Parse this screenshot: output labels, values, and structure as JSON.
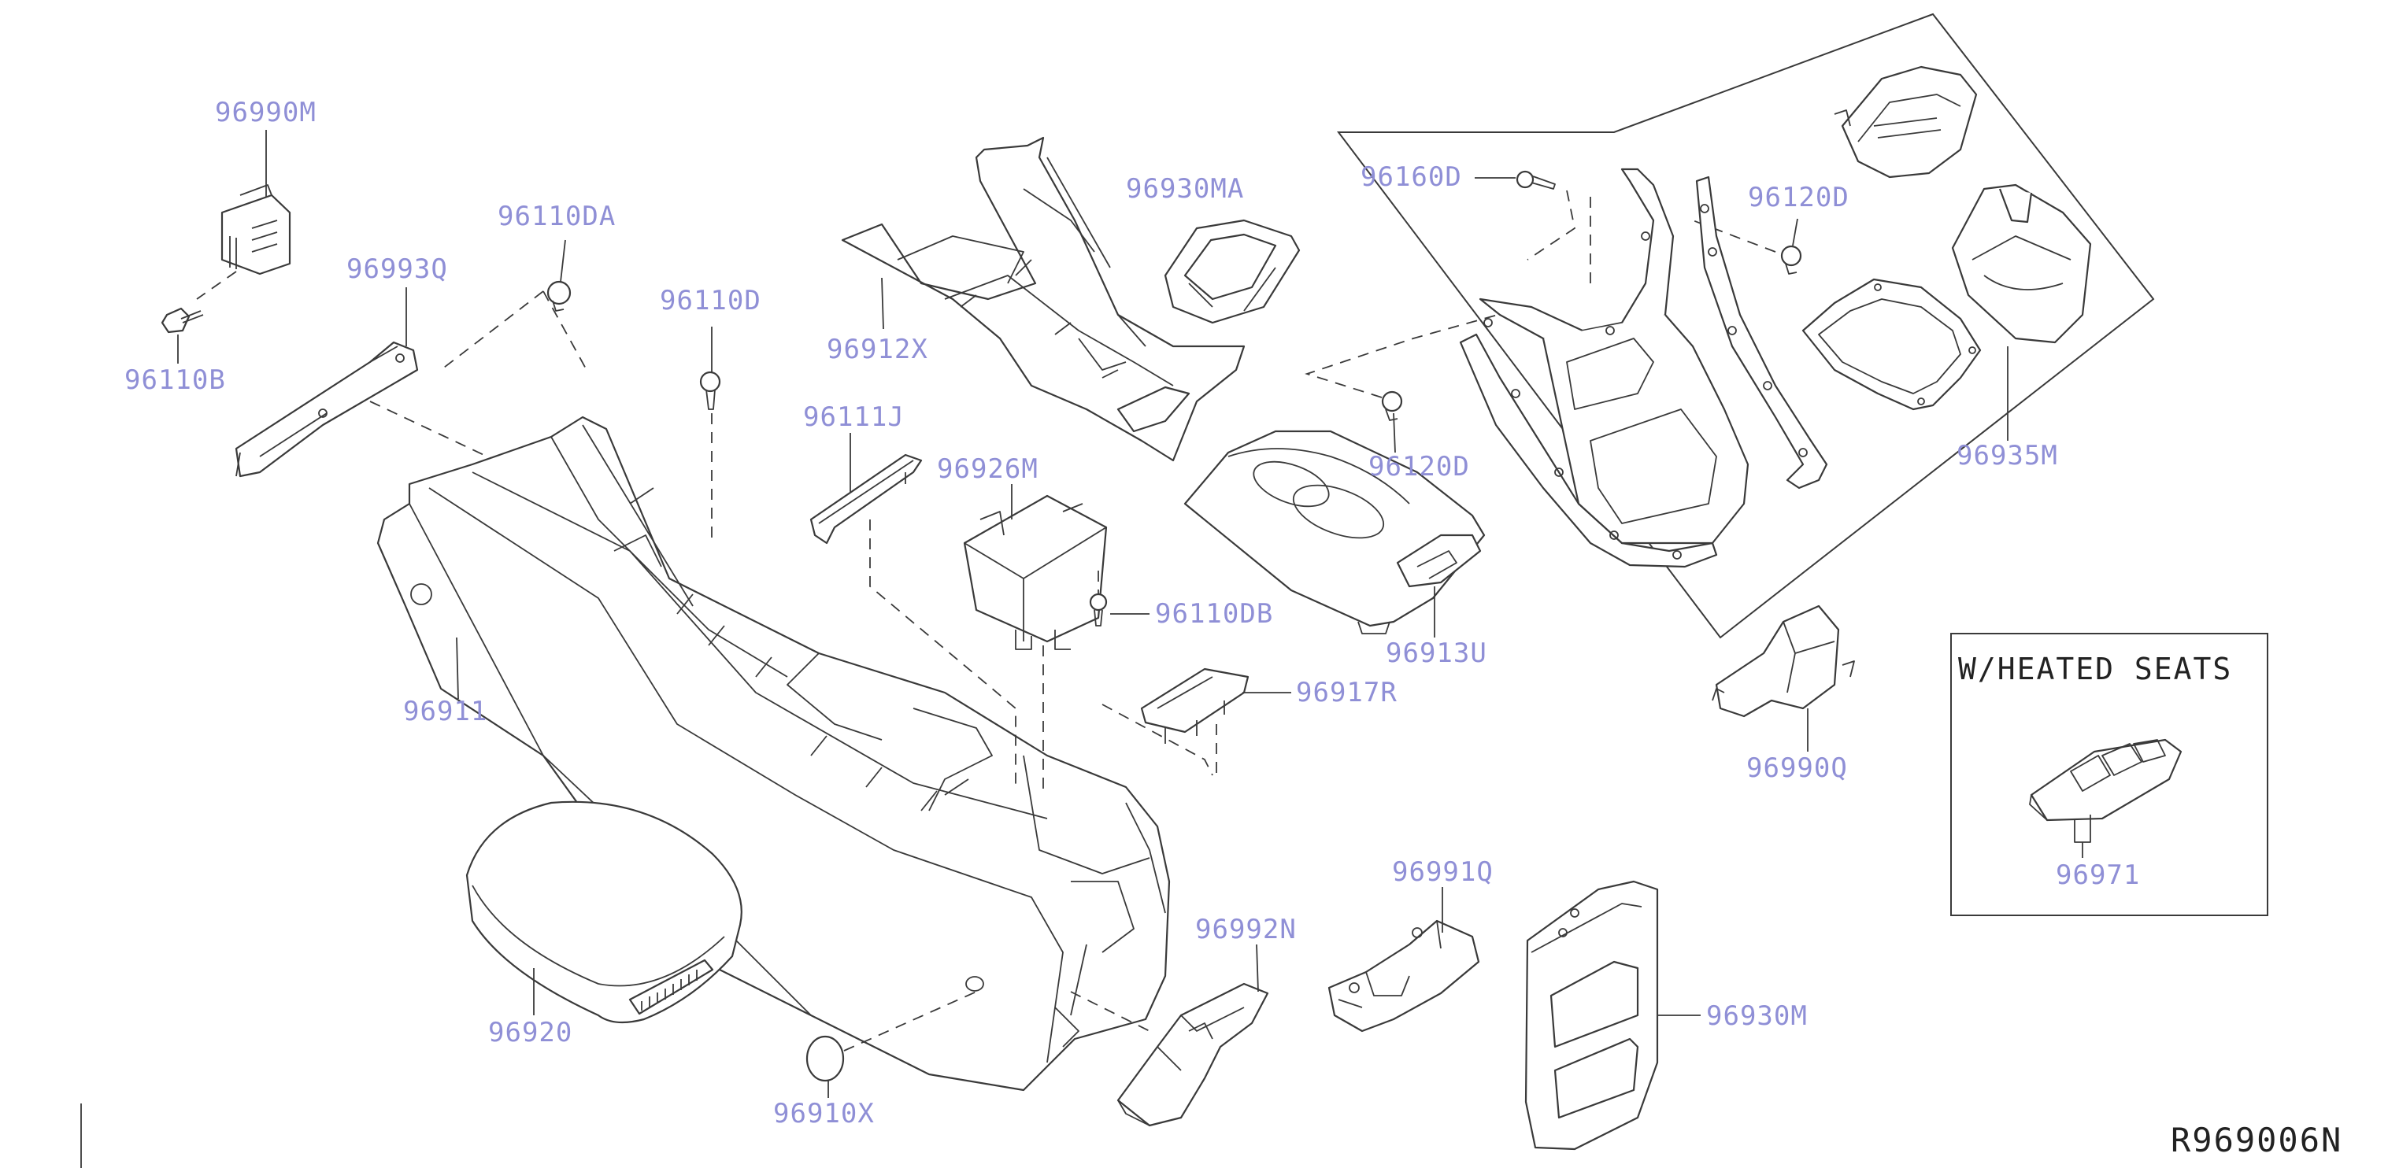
{
  "callouts": {
    "p96990M": "96990M",
    "p96110B": "96110B",
    "p96110DA": "96110DA",
    "p96993Q": "96993Q",
    "p96110D": "96110D",
    "p96912X": "96912X",
    "p96930MA": "96930MA",
    "p96111J": "96111J",
    "p96926M": "96926M",
    "p96110DB": "96110DB",
    "p96917R": "96917R",
    "p96911": "96911",
    "p96920": "96920",
    "p96910X": "96910X",
    "p96992N": "96992N",
    "p96991Q": "96991Q",
    "p96930M": "96930M",
    "p96160D": "96160D",
    "p96120D_top": "96120D",
    "p96120D_mid": "96120D",
    "p96913U": "96913U",
    "p96935M": "96935M",
    "p96990Q": "96990Q",
    "p96971": "96971"
  },
  "inset": {
    "title": "W/HEATED SEATS"
  },
  "reference_code": "R969006N",
  "colors": {
    "callout_text": "#8f8fd6",
    "line_art": "#3a3a3a"
  }
}
